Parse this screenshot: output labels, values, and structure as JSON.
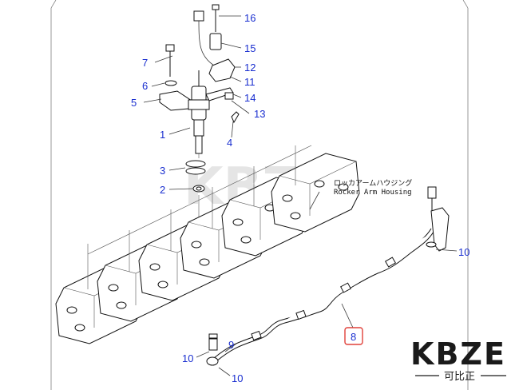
{
  "callouts": {
    "c16": "16",
    "c15": "15",
    "c7": "7",
    "c12": "12",
    "c11": "11",
    "c6": "6",
    "c14": "14",
    "c5": "5",
    "c13": "13",
    "c1": "1",
    "c4": "4",
    "c3": "3",
    "c2": "2",
    "c10a": "10",
    "c8": "8",
    "c9": "9",
    "c10b": "10",
    "c10c": "10"
  },
  "note": {
    "jp": "ロッカアームハウジング",
    "en": "Rocker Arm Housing"
  },
  "watermark": {
    "text": "KBZE"
  },
  "brand": {
    "logo": "KBZE",
    "sub": "可比正"
  },
  "colors": {
    "callout": "#1a2fd0",
    "highlight": "#e0403a"
  }
}
